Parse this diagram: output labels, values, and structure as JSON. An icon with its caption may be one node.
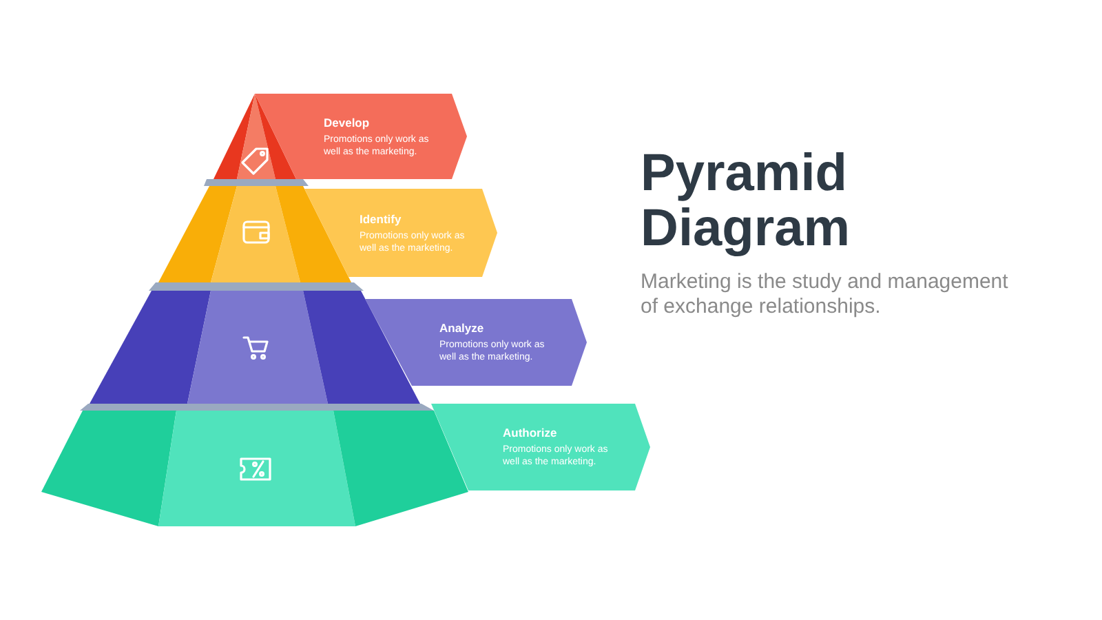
{
  "diagram": {
    "title": "Pyramid Diagram",
    "nodes": [
      {
        "text": [
          "Develop",
          "Promotions only work as well as the marketing."
        ]
      },
      {
        "text": [
          "Identify",
          "Promotions only work as well as the marketing."
        ]
      },
      {
        "text": [
          "Analyze",
          "Promotions only work as well as the marketing."
        ]
      },
      {
        "text": [
          "Authorize",
          "Promotions only work as well as the marketing."
        ]
      }
    ],
    "edges": [],
    "labels": [
      "Marketing is the study and management of exchange relationships."
    ]
  }
}
